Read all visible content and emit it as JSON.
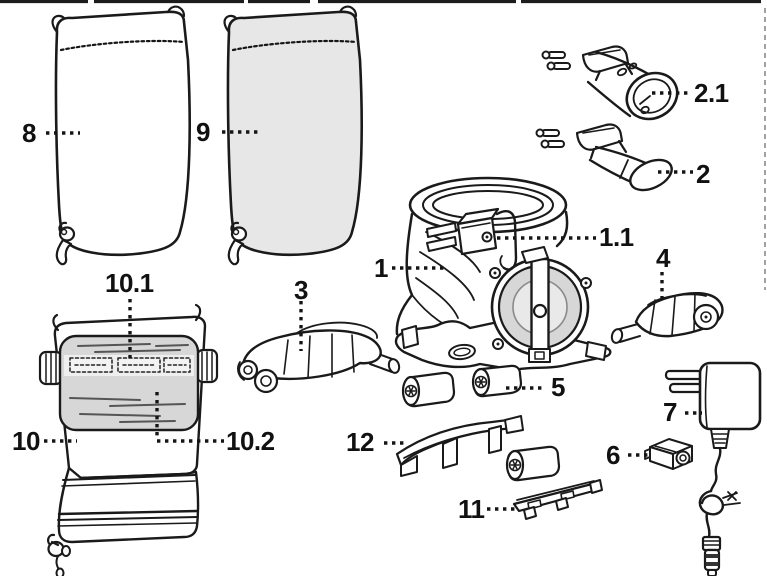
{
  "page": {
    "colors": {
      "ink": "#1a1a1a",
      "paper": "#ffffff",
      "shade": "#e7e7e7",
      "shade2": "#d7d7d7"
    }
  },
  "diagram": {
    "type": "exploded-parts-diagram",
    "parts": [
      {
        "label": "8",
        "name": "filter-bag-plain"
      },
      {
        "label": "9",
        "name": "filter-bag-shaded"
      },
      {
        "label": "2.1",
        "name": "nozzle-open-end"
      },
      {
        "label": "2",
        "name": "nozzle-closed-end"
      },
      {
        "label": "1.1",
        "name": "housing-latch"
      },
      {
        "label": "1",
        "name": "pump-housing"
      },
      {
        "label": "4",
        "name": "side-wing-right"
      },
      {
        "label": "3",
        "name": "side-wing-left"
      },
      {
        "label": "10.1",
        "name": "roller-brush"
      },
      {
        "label": "10",
        "name": "roller-bag"
      },
      {
        "label": "10.2",
        "name": "roller-paddle"
      },
      {
        "label": "12",
        "name": "curved-bracket"
      },
      {
        "label": "5",
        "name": "roller"
      },
      {
        "label": "6",
        "name": "motor-block"
      },
      {
        "label": "7",
        "name": "power-adapter"
      },
      {
        "label": "11",
        "name": "clip-rail"
      }
    ]
  }
}
